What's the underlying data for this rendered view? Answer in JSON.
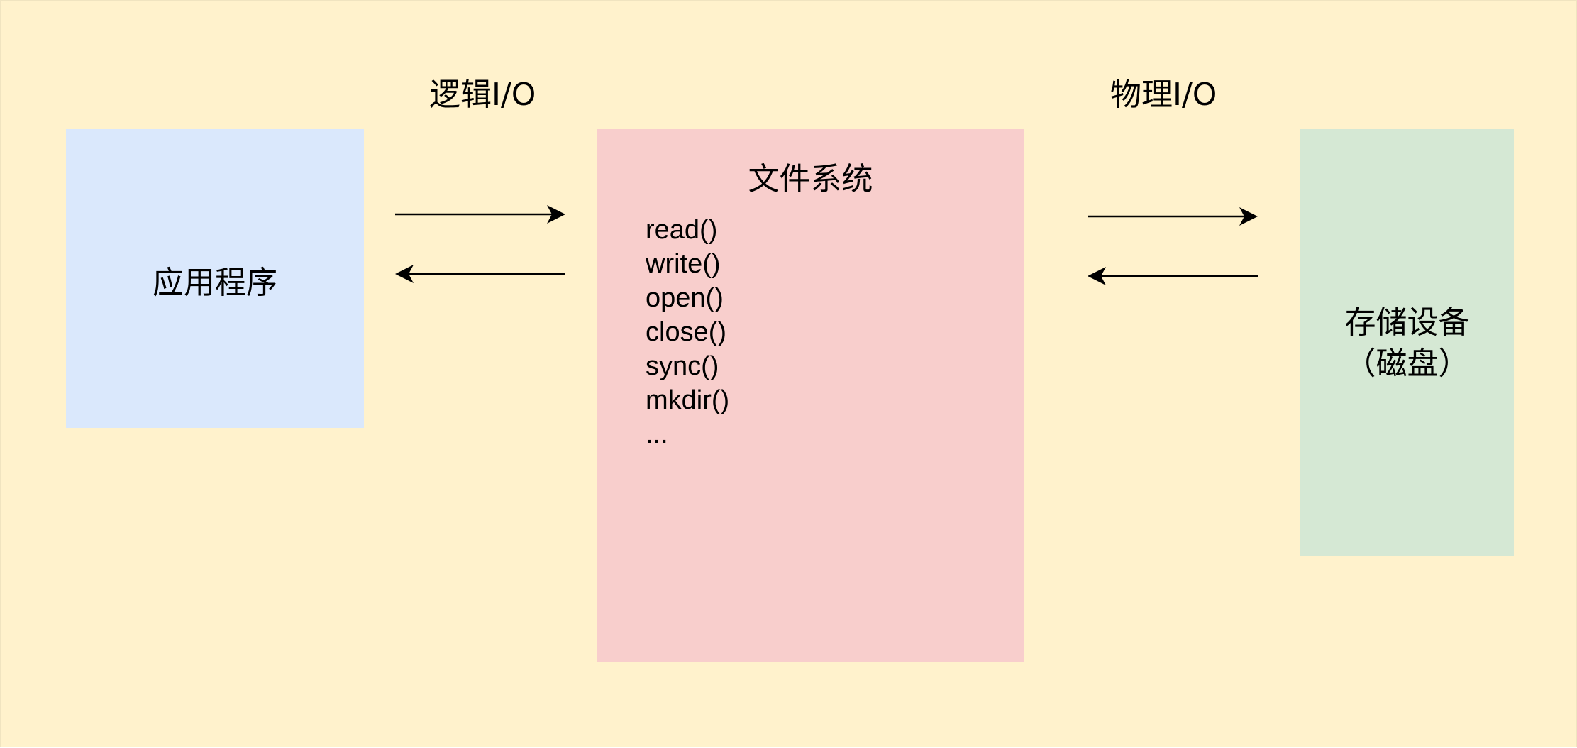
{
  "labels": {
    "logical_io": "逻辑I/O",
    "physical_io": "物理I/O"
  },
  "application": {
    "label": "应用程序"
  },
  "filesystem": {
    "title": "文件系统",
    "calls": [
      "read()",
      "write()",
      "open()",
      "close()",
      "sync()",
      "mkdir()",
      "..."
    ]
  },
  "storage": {
    "line1": "存储设备",
    "line2": "（磁盘）"
  },
  "colors": {
    "background": "#fff2cc",
    "application": "#dae8fc",
    "filesystem": "#f8cecc",
    "storage": "#d5e8d4"
  }
}
